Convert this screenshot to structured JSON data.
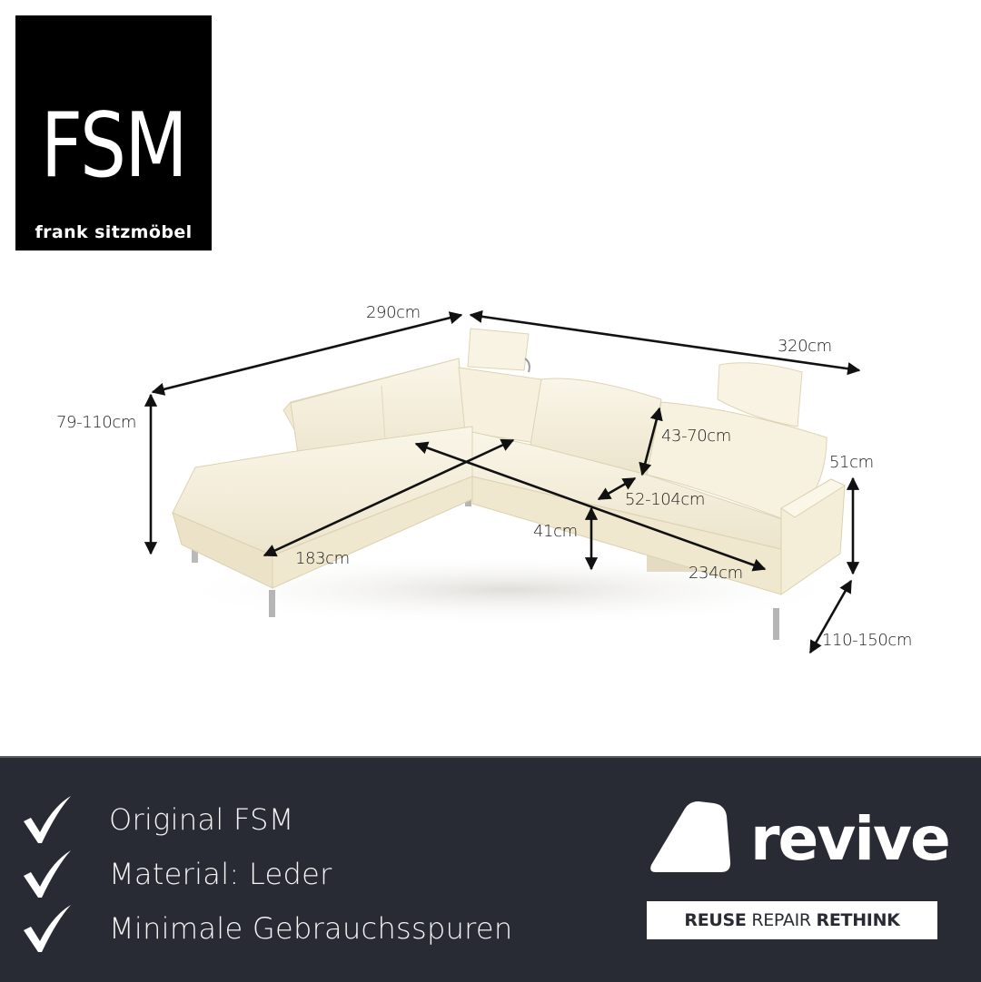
{
  "brand": {
    "logo_mark": "FSM",
    "logo_subtitle": "frank sitzmöbel",
    "background_color": "#000000"
  },
  "product": {
    "color": "#f5efdc",
    "dimensions": {
      "back_width_left": "290cm",
      "back_width_right": "320cm",
      "total_height": "79-110cm",
      "backrest_height": "43-70cm",
      "armrest_height": "51cm",
      "seat_depth": "52-104cm",
      "seat_height": "41cm",
      "chaise_length": "183cm",
      "right_section_length": "234cm",
      "right_depth": "110-150cm"
    }
  },
  "footer": {
    "background_color": "#282b33",
    "features": [
      {
        "icon": "check-icon",
        "label": "Original FSM"
      },
      {
        "icon": "check-icon",
        "label": "Material: Leder"
      },
      {
        "icon": "check-icon",
        "label": "Minimale Gebrauchsspuren"
      }
    ],
    "revive": {
      "wordmark": "revive",
      "tagline_reuse": "REUSE",
      "tagline_repair": "REPAIR",
      "tagline_rethink": "RETHINK"
    }
  }
}
